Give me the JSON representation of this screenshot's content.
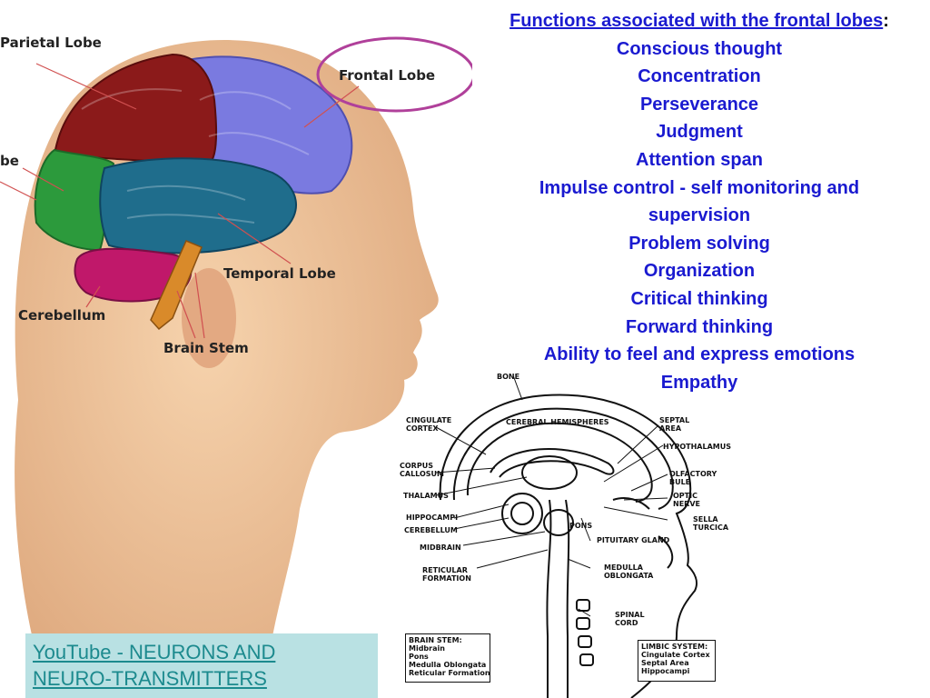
{
  "head_labels": {
    "parietal": "Parietal Lobe",
    "occipital_partial": "be",
    "frontal": "Frontal Lobe",
    "temporal": "Temporal Lobe",
    "cerebellum": "Cerebellum",
    "brain_stem": "Brain Stem"
  },
  "functions": {
    "title": "Functions associated with the frontal lobes",
    "colon": ":",
    "items": [
      "Conscious thought",
      "Concentration",
      "Perseverance",
      "Judgment",
      "Attention span",
      "Impulse control - self monitoring and supervision",
      "Problem solving",
      "Organization",
      "Critical thinking",
      "Forward thinking",
      "Ability to feel and express emotions",
      "Empathy"
    ]
  },
  "sagittal_labels": {
    "bone": "BONE",
    "cingulate_cortex": "CINGULATE\nCORTEX",
    "cerebral_hemispheres": "CEREBRAL HEMISPHERES",
    "septal_area": "SEPTAL\nAREA",
    "hypothalamus": "HYPOTHALAMUS",
    "corpus_callosum": "CORPUS\nCALLOSUM",
    "olfactory_bulb": "OLFACTORY\nBULB",
    "thalamus": "THALAMUS",
    "optic_nerve": "OPTIC\nNERVE",
    "hippocampi": "HIPPOCAMPI",
    "sella_turcica": "SELLA\nTURCICA",
    "cerebellum": "CEREBELLUM",
    "pons": "PONS",
    "midbrain": "MIDBRAIN",
    "pituitary_gland": "PITUITARY GLAND",
    "reticular_formation": "RETICULAR\nFORMATION",
    "medulla_oblongata": "MEDULLA\nOBLONGATA",
    "spinal_cord": "SPINAL\nCORD",
    "brain_stem_box": "BRAIN STEM:\nMidbrain\nPons\nMedulla Oblongata\nReticular Formation",
    "limbic_box": "LIMBIC SYSTEM:\nCingulate Cortex\nSeptal Area\nHippocampi"
  },
  "link": {
    "text": "YouTube - NEURONS AND\nNEURO-TRANSMITTERS"
  },
  "colors": {
    "skin": "#f0c49a",
    "parietal": "#8b1a1a",
    "frontal": "#7a7ae0",
    "temporal": "#1f6d8c",
    "occipital": "#2c9a3c",
    "cerebellum": "#c0186a",
    "brain_stem": "#d98a2a",
    "highlight_ellipse": "#b0409a",
    "text_blue": "#1a1ad0",
    "link_box": "#b9e1e3"
  }
}
